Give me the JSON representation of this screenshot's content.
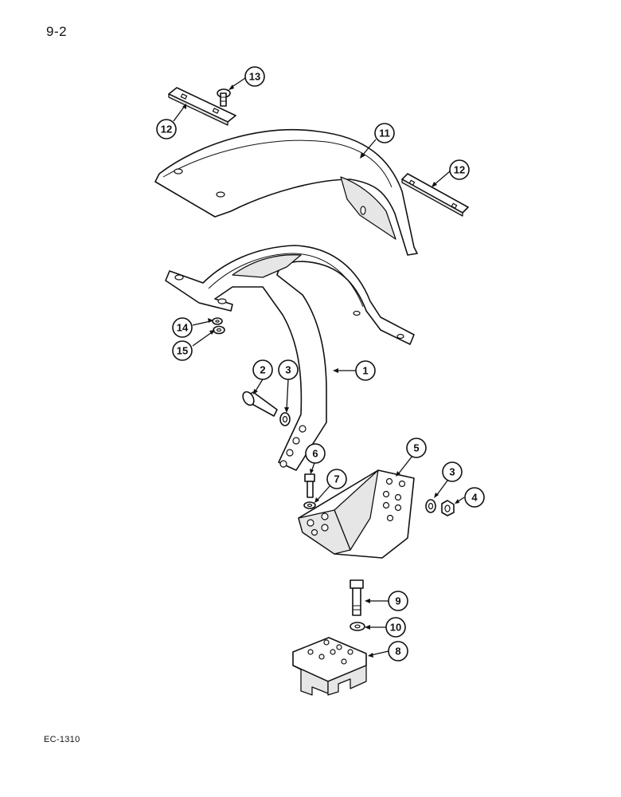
{
  "page": {
    "page_number": "9-2",
    "figure_code": "EC-1310"
  },
  "callouts": [
    {
      "id": "callout-13",
      "label": "13"
    },
    {
      "id": "callout-12-left",
      "label": "12"
    },
    {
      "id": "callout-11",
      "label": "11"
    },
    {
      "id": "callout-12-right",
      "label": "12"
    },
    {
      "id": "callout-14",
      "label": "14"
    },
    {
      "id": "callout-15",
      "label": "15"
    },
    {
      "id": "callout-1",
      "label": "1"
    },
    {
      "id": "callout-2",
      "label": "2"
    },
    {
      "id": "callout-3-upper",
      "label": "3"
    },
    {
      "id": "callout-6",
      "label": "6"
    },
    {
      "id": "callout-7",
      "label": "7"
    },
    {
      "id": "callout-5",
      "label": "5"
    },
    {
      "id": "callout-3-lower",
      "label": "3"
    },
    {
      "id": "callout-4",
      "label": "4"
    },
    {
      "id": "callout-9",
      "label": "9"
    },
    {
      "id": "callout-10",
      "label": "10"
    },
    {
      "id": "callout-8",
      "label": "8"
    }
  ]
}
